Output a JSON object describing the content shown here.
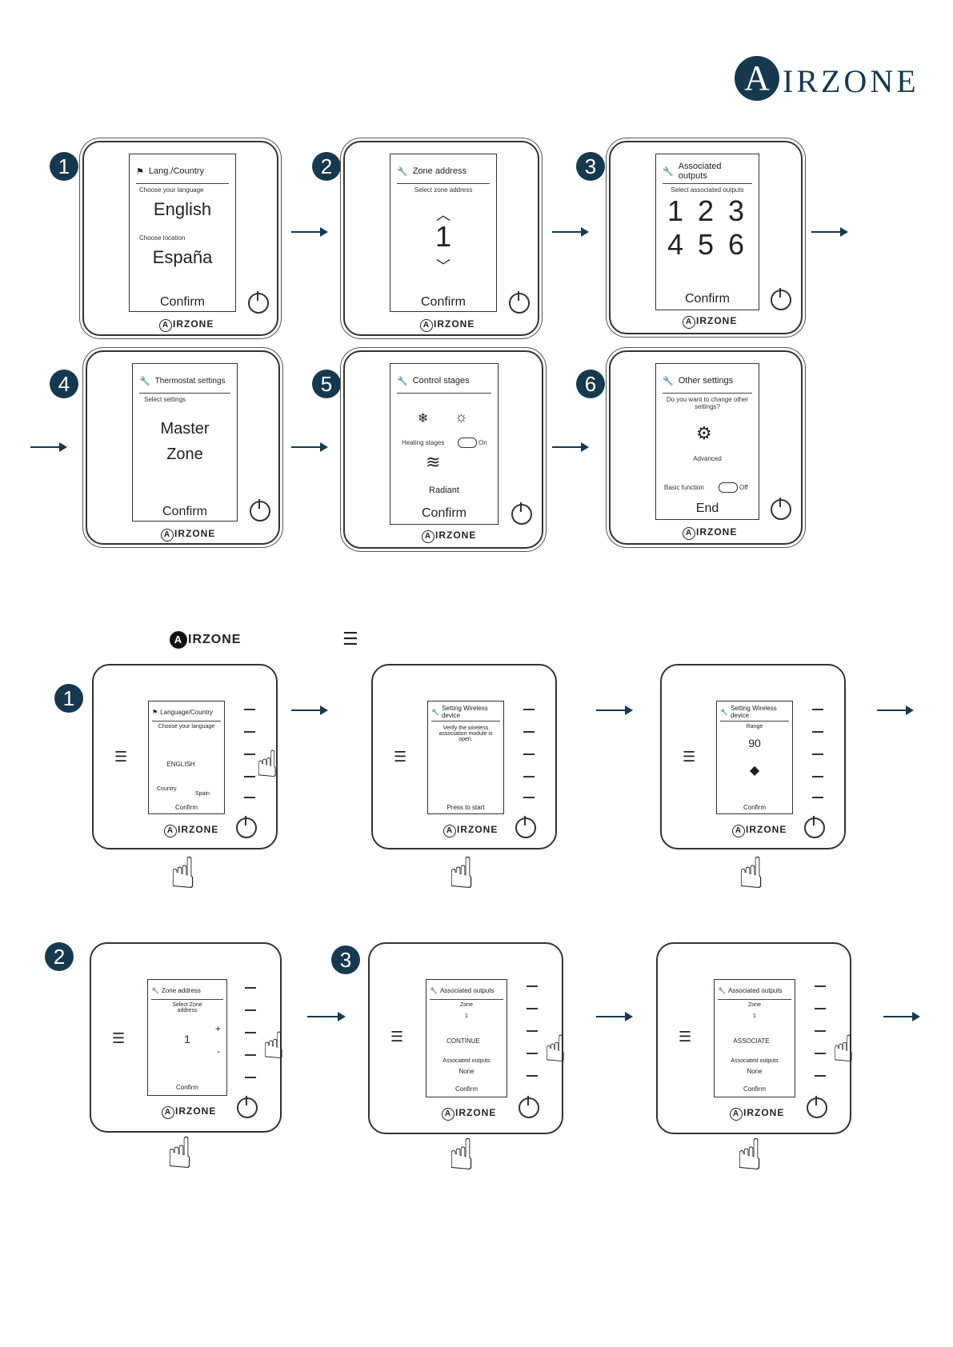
{
  "brand": {
    "logo_letter": "A",
    "logo_text": "IRZONE",
    "small_logo": "IRZONE"
  },
  "steps_top": {
    "s1": {
      "num": "1",
      "title": "Lang./Country",
      "sub1": "Choose your language",
      "value1": "English",
      "sub2": "Choose location",
      "value2": "España",
      "confirm": "Confirm"
    },
    "s2": {
      "num": "2",
      "title": "Zone address",
      "sub1": "Select zone address",
      "value1": "1",
      "confirm": "Confirm"
    },
    "s3": {
      "num": "3",
      "title": "Associated outputs",
      "sub1": "Select associated outputs",
      "row1": "1 2 3",
      "row2": "4 5 6",
      "confirm": "Confirm"
    },
    "s4": {
      "num": "4",
      "title": "Thermostat settings",
      "sub1": "Select settings",
      "value1": "Master",
      "value2": "Zone",
      "confirm": "Confirm"
    },
    "s5": {
      "num": "5",
      "title": "Control stages",
      "heating": "Heating stages",
      "on": "On",
      "radiant": "Radiant",
      "confirm": "Confirm"
    },
    "s6": {
      "num": "6",
      "title": "Other settings",
      "sub1": "Do you want to change other settings?",
      "advanced": "Advanced",
      "basic": "Basic function",
      "off": "Off",
      "confirm": "End"
    }
  },
  "steps_bottom": {
    "b1": {
      "num": "1",
      "title": "Language/Country",
      "sub1": "Choose your language",
      "value1": "ENGLISH",
      "country": "Country",
      "country_val": "Spain",
      "confirm": "Confirm"
    },
    "b2": {
      "title": "Setting Wireless device",
      "sub1": "Verify the wireless association module is open.",
      "confirm": "Press to start"
    },
    "b3": {
      "title": "Setting Wireless device",
      "sub1": "Range",
      "value1": "90",
      "confirm": "Confirm"
    },
    "c1": {
      "num": "2",
      "title": "Zone address",
      "sub1": "Select Zone address",
      "value1": "1",
      "plus": "+",
      "minus": "-",
      "confirm": "Confirm"
    },
    "c2": {
      "num": "3",
      "title": "Associated outputs",
      "zone": "Zone",
      "zone_val": "1",
      "action": "CONTINUE",
      "assoc": "Associated outputs",
      "assoc_val": "None",
      "confirm": "Confirm"
    },
    "c3": {
      "title": "Associated outputs",
      "zone": "Zone",
      "zone_val": "1",
      "action": "ASSOCIATE",
      "assoc": "Associated outputs",
      "assoc_val": "None",
      "confirm": "Confirm"
    }
  },
  "colors": {
    "primary": "#16394f"
  }
}
